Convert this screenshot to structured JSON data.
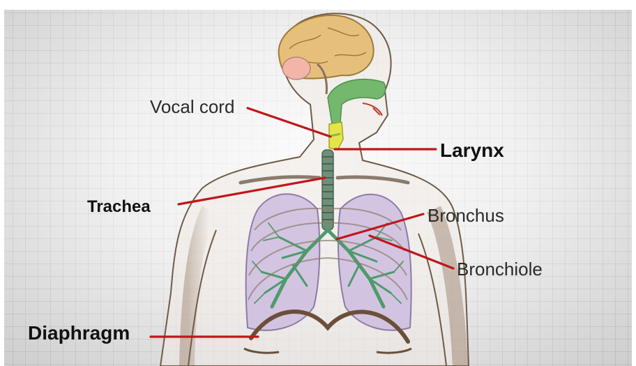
{
  "labels": {
    "vocal_cord": "Vocal cord",
    "larynx": "Larynx",
    "trachea": "Trachea",
    "bronchus": "Bronchus",
    "bronchiole": "Bronchiole",
    "diaphragm": "Diaphragm"
  },
  "colors": {
    "leader_line": "#c0161b",
    "airway_green": "#6fbf73",
    "lung_purple": "#b9a6d6",
    "body_outline": "#8a6a4a"
  }
}
